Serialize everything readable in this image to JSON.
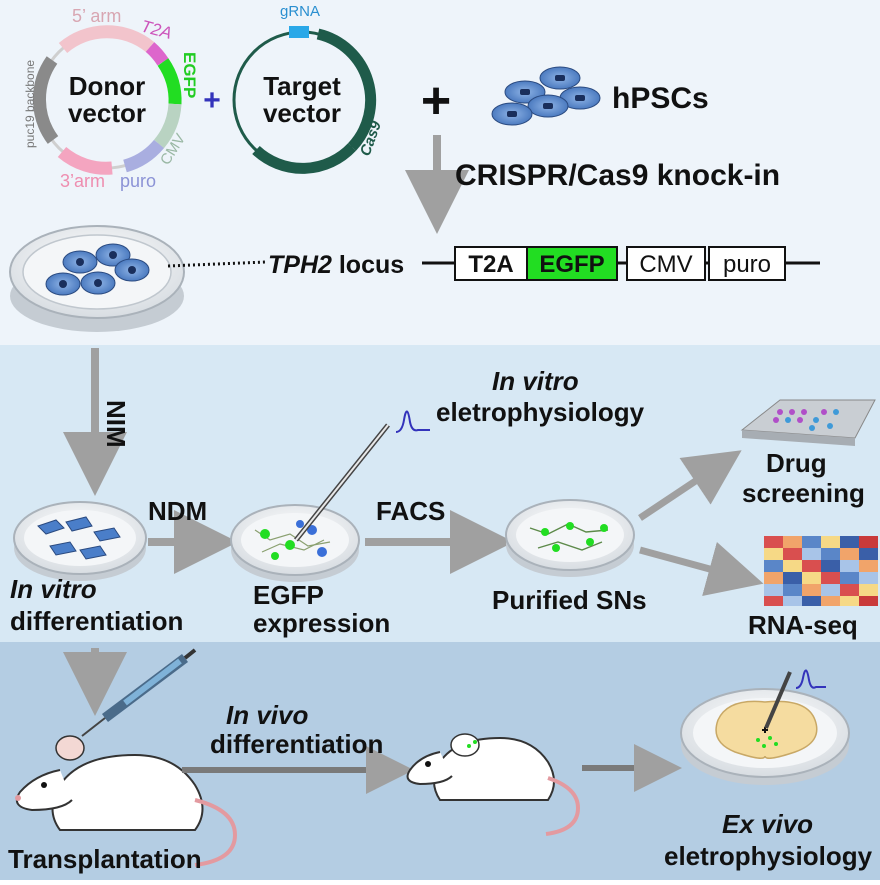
{
  "plasmids": {
    "donor": {
      "name_line1": "Donor",
      "name_line2": "vector",
      "arm5": "5’ arm",
      "t2a": "T2A",
      "egfp": "EGFP",
      "cmv": "CMV",
      "puro": "puro",
      "arm3": "3’arm",
      "backbone": "puc19 backbone"
    },
    "target": {
      "name_line1": "Target",
      "name_line2": "vector",
      "grna": "gRNA",
      "cas9": "Cas9"
    },
    "plus_small": "+",
    "plus_big": "+",
    "cells_label": "hPSCs"
  },
  "knockin": {
    "label": "CRISPR/Cas9 knock-in",
    "locus_gene": "TPH2",
    "locus_suffix": " locus",
    "elements": [
      "T2A",
      "EGFP",
      "CMV",
      "puro"
    ]
  },
  "differentiation": {
    "nim": "NIM",
    "ndm": "NDM",
    "facs": "FACS",
    "in_vitro_diff_italic": "In vitro",
    "in_vitro_diff_rest": "differentiation",
    "egfp_expr_line1": "EGFP",
    "egfp_expr_line2": "expression",
    "purified": "Purified SNs",
    "ephys_italic": "In vitro",
    "ephys_rest": "eletrophysiology",
    "drug_line1": "Drug",
    "drug_line2": "screening",
    "rnaseq": "RNA-seq"
  },
  "invivo": {
    "transplantation": "Transplantation",
    "in_vivo_italic": "In vivo",
    "in_vivo_rest": "differentiation",
    "ex_vivo_italic": "Ex vivo",
    "ex_vivo_rest": "eletrophysiology"
  },
  "colors": {
    "top_panel": "#eef4fa",
    "mid_panel": "#d7e8f4",
    "bottom_panel": "#b4cde3",
    "egfp_green": "#22dd22",
    "arrow_gray": "#a0a0a0",
    "target_ring": "#1f5b4a",
    "plus_blue": "#3333bb"
  }
}
